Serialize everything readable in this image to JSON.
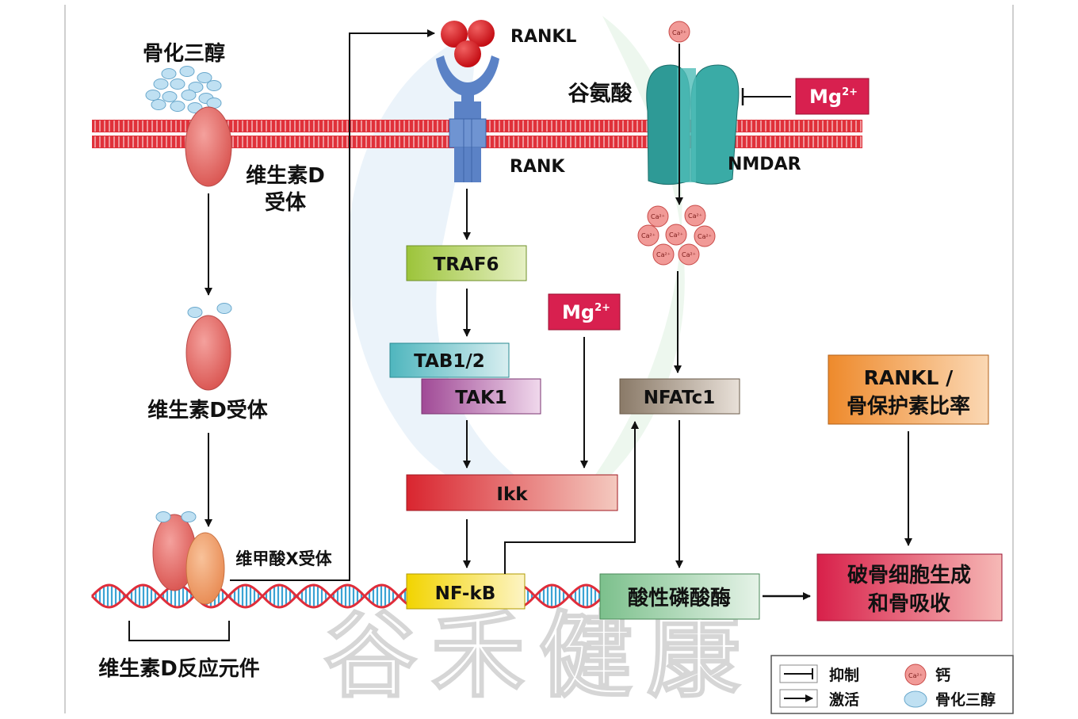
{
  "colors": {
    "membrane_red": "#e0313a",
    "receptor_pink": "#e8736f",
    "rank_blue": "#5b82c6",
    "nmdar_teal": "#2e9a96",
    "calcium_fill": "#f19a97",
    "calcitriol_blue": "#bfe0f2",
    "mg_box": "#d8204f",
    "dna_blue": "#3ba3d4",
    "dna_red": "#e02d3a"
  },
  "labels": {
    "calcitriol": "骨化三醇",
    "vdr_membrane_line1": "维生素D",
    "vdr_membrane_line2": "受体",
    "vdr": "维生素D受体",
    "rxr": "维甲酸X受体",
    "vdre": "维生素D反应元件",
    "rankl": "RANKL",
    "rank": "RANK",
    "glutamate": "谷氨酸",
    "nmdar": "NMDAR",
    "ca_ion": "Ca²⁺"
  },
  "boxes": {
    "traf6": "TRAF6",
    "tab12": "TAB1/2",
    "tak1": "TAK1",
    "ikk": "Ikk",
    "nfkb": "NF-kB",
    "nfatc1": "NFATc1",
    "acp": "酸性磷酸酶",
    "ratio_line1": "RANKL /",
    "ratio_line2": "骨保护素比率",
    "result_line1": "破骨细胞生成",
    "result_line2": "和骨吸收",
    "mg_text": "Mg",
    "mg_sup": "2+"
  },
  "legend": {
    "inhibit": "抑制",
    "activate": "激活",
    "calcium": "钙",
    "calcitriol": "骨化三醇"
  },
  "watermark": "谷禾健康"
}
